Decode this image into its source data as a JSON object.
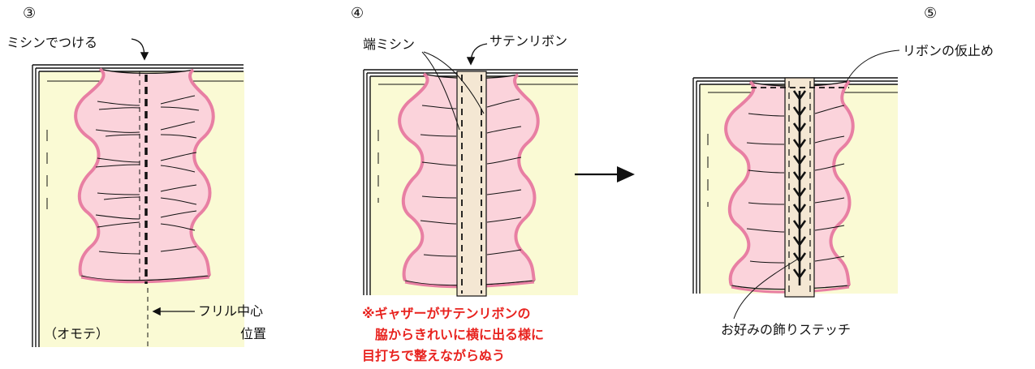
{
  "colors": {
    "fabric": "#fafad4",
    "frill": "#fbd3db",
    "frill_edge": "#e87fa3",
    "ribbon": "#f4e7d3",
    "ink": "#111111",
    "note_red": "#e8231f"
  },
  "step3": {
    "number": "③",
    "label_machine": "ミシンでつける",
    "label_center_1": "フリル中心",
    "label_center_2": "位置",
    "label_front": "（オモテ）"
  },
  "step4": {
    "number": "④",
    "label_edge_stitch": "端ミシン",
    "label_satin": "サテンリボン",
    "note_lines": [
      "※ギャザーがサテンリボンの",
      "　脇からきれいに横に出る様に",
      "目打ちで整えながらぬう"
    ]
  },
  "step5": {
    "number": "⑤",
    "label_tack": "リボンの仮止め",
    "label_deco": "お好みの飾りステッチ"
  }
}
